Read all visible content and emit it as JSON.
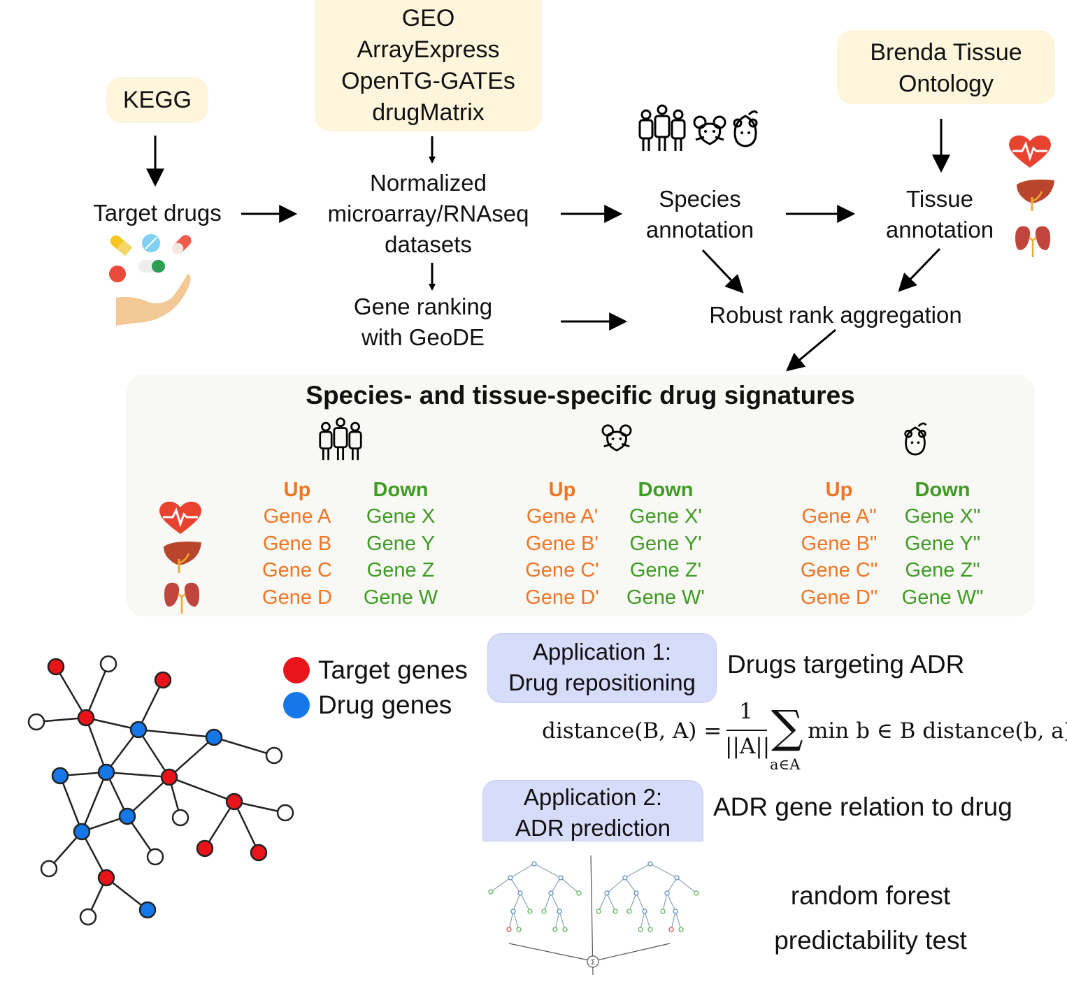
{
  "sources": {
    "kegg": "KEGG",
    "expression": [
      "GEO",
      "ArrayExpress",
      "OpenTG-GATEs",
      "drugMatrix"
    ],
    "tissue": [
      "Brenda Tissue",
      "Ontology"
    ]
  },
  "steps": {
    "target_drugs": "Target drugs",
    "normalized": [
      "Normalized",
      "microarray/RNAseq",
      "datasets"
    ],
    "species_annotation": [
      "Species",
      "annotation"
    ],
    "tissue_annotation": [
      "Tissue",
      "annotation"
    ],
    "gene_ranking": [
      "Gene ranking",
      "with GeoDE"
    ],
    "rra": "Robust rank aggregation"
  },
  "signatures": {
    "title": "Species- and tissue-specific drug signatures",
    "groups": [
      {
        "up_label": "Up",
        "down_label": "Down",
        "up": [
          "Gene A",
          "Gene B",
          "Gene C",
          "Gene D"
        ],
        "down": [
          "Gene X",
          "Gene Y",
          "Gene Z",
          "Gene W"
        ]
      },
      {
        "up_label": "Up",
        "down_label": "Down",
        "up": [
          "Gene A'",
          "Gene B'",
          "Gene C'",
          "Gene D'"
        ],
        "down": [
          "Gene X'",
          "Gene Y'",
          "Gene Z'",
          "Gene W'"
        ]
      },
      {
        "up_label": "Up",
        "down_label": "Down",
        "up": [
          "Gene A\"",
          "Gene B\"",
          "Gene C\"",
          "Gene D\""
        ],
        "down": [
          "Gene X\"",
          "Gene Y\"",
          "Gene Z\"",
          "Gene W\""
        ]
      }
    ]
  },
  "legend": {
    "target_genes": "Target genes",
    "drug_genes": "Drug genes"
  },
  "applications": {
    "app1": [
      "Application 1:",
      "Drug repositioning"
    ],
    "app1_desc": "Drugs targeting ADR",
    "formula": {
      "lhs": "distance(B, A) =",
      "numerator": "1",
      "denominator": "||A||",
      "sum_sub": "a∈A",
      "rhs": "min b ∈ B distance(b, a)"
    },
    "app2": [
      "Application 2:",
      "ADR prediction"
    ],
    "app2_desc": "ADR gene relation to drug",
    "rf": [
      "random forest",
      "predictability test"
    ],
    "sigma": "Σ"
  },
  "colors": {
    "up": "#f07524",
    "down": "#3f9b23",
    "target_node": "#e8141a",
    "drug_node": "#1677e8",
    "source_box": "#fdf6dc",
    "app_box": "#d8dcfb",
    "heart": "#e8432f",
    "liver": "#b9462c",
    "kidney": "#c0453d"
  },
  "icons": [
    "people-icon",
    "rat-icon",
    "mouse-icon",
    "heart-icon",
    "liver-icon",
    "kidney-icon",
    "pills-icon",
    "hand-icon",
    "network-icon",
    "random-forest-icon"
  ]
}
